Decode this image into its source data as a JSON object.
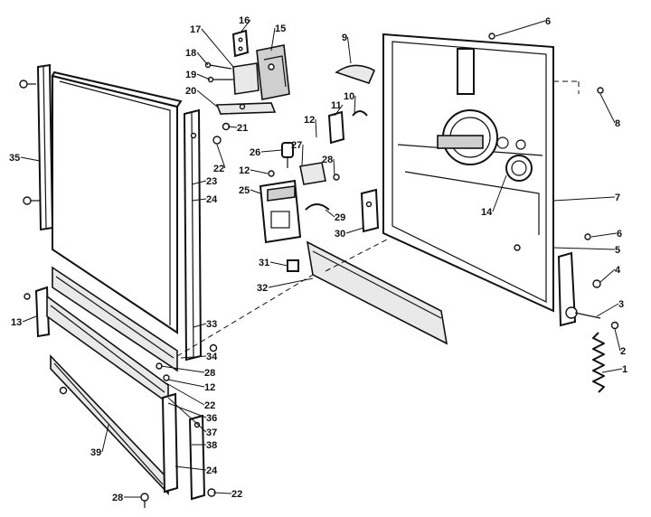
{
  "callouts": [
    {
      "id": "c1",
      "label": "1"
    },
    {
      "id": "c2",
      "label": "2"
    },
    {
      "id": "c3",
      "label": "3"
    },
    {
      "id": "c4",
      "label": "4"
    },
    {
      "id": "c5",
      "label": "5"
    },
    {
      "id": "c6a",
      "label": "6"
    },
    {
      "id": "c6b",
      "label": "6"
    },
    {
      "id": "c7",
      "label": "7"
    },
    {
      "id": "c8",
      "label": "8"
    },
    {
      "id": "c9",
      "label": "9"
    },
    {
      "id": "c10",
      "label": "10"
    },
    {
      "id": "c11",
      "label": "11"
    },
    {
      "id": "c12a",
      "label": "12"
    },
    {
      "id": "c12b",
      "label": "12"
    },
    {
      "id": "c12c",
      "label": "12"
    },
    {
      "id": "c13",
      "label": "13"
    },
    {
      "id": "c14",
      "label": "14"
    },
    {
      "id": "c15",
      "label": "15"
    },
    {
      "id": "c16",
      "label": "16"
    },
    {
      "id": "c17",
      "label": "17"
    },
    {
      "id": "c18",
      "label": "18"
    },
    {
      "id": "c19",
      "label": "19"
    },
    {
      "id": "c20",
      "label": "20"
    },
    {
      "id": "c21",
      "label": "21"
    },
    {
      "id": "c22a",
      "label": "22"
    },
    {
      "id": "c22b",
      "label": "22"
    },
    {
      "id": "c22c",
      "label": "22"
    },
    {
      "id": "c23",
      "label": "23"
    },
    {
      "id": "c24a",
      "label": "24"
    },
    {
      "id": "c24b",
      "label": "24"
    },
    {
      "id": "c25",
      "label": "25"
    },
    {
      "id": "c26",
      "label": "26"
    },
    {
      "id": "c27",
      "label": "27"
    },
    {
      "id": "c28a",
      "label": "28"
    },
    {
      "id": "c28b",
      "label": "28"
    },
    {
      "id": "c28c",
      "label": "28"
    },
    {
      "id": "c29",
      "label": "29"
    },
    {
      "id": "c30",
      "label": "30"
    },
    {
      "id": "c31",
      "label": "31"
    },
    {
      "id": "c32",
      "label": "32"
    },
    {
      "id": "c33",
      "label": "33"
    },
    {
      "id": "c34",
      "label": "34"
    },
    {
      "id": "c35",
      "label": "35"
    },
    {
      "id": "c36",
      "label": "36"
    },
    {
      "id": "c37",
      "label": "37"
    },
    {
      "id": "c38",
      "label": "38"
    },
    {
      "id": "c39",
      "label": "39"
    }
  ]
}
